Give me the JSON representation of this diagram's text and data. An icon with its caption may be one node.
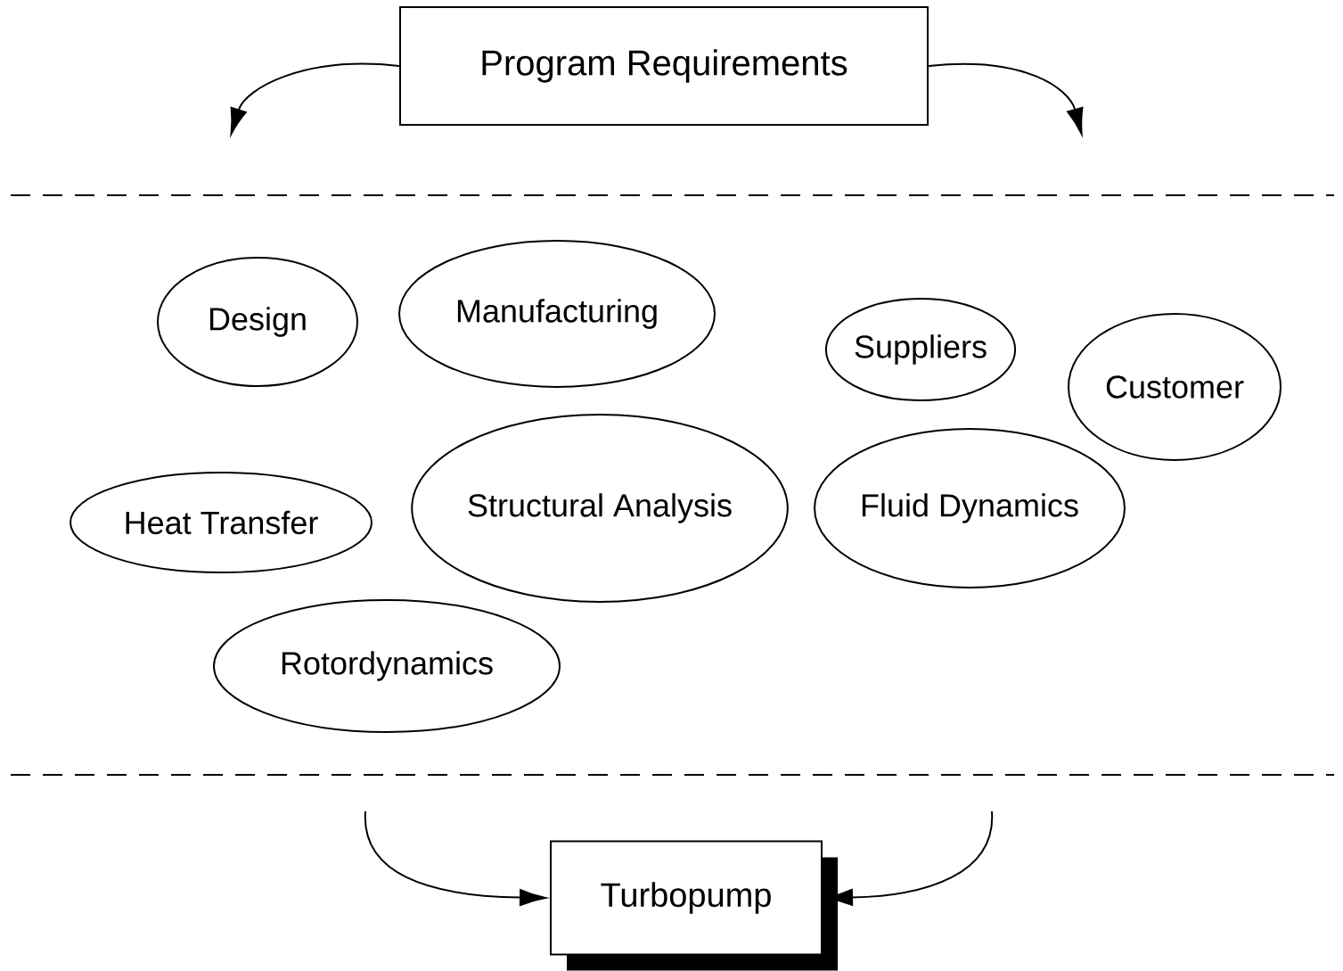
{
  "diagram": {
    "nodes": [
      {
        "text": [
          "Program Requirements"
        ]
      },
      {
        "text": [
          "Design"
        ]
      },
      {
        "text": [
          "Manufacturing"
        ]
      },
      {
        "text": [
          "Suppliers"
        ]
      },
      {
        "text": [
          "Customer"
        ]
      },
      {
        "text": [
          "Heat Transfer"
        ]
      },
      {
        "text": [
          "Structural Analysis"
        ]
      },
      {
        "text": [
          "Fluid Dynamics"
        ]
      },
      {
        "text": [
          "Rotordynamics"
        ]
      },
      {
        "text": [
          "Turbopump"
        ]
      }
    ],
    "edges": [
      {
        "from": 0,
        "to": null,
        "arrow": "to"
      },
      {
        "from": 0,
        "to": null,
        "arrow": "to"
      },
      {
        "from": null,
        "to": 9,
        "arrow": "to"
      },
      {
        "from": null,
        "to": 9,
        "arrow": "to"
      }
    ]
  }
}
